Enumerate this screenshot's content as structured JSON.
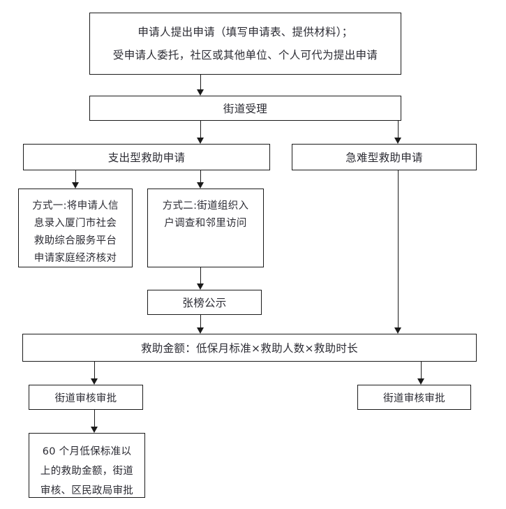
{
  "document": {
    "type": "flowchart",
    "title": "救助申请流程图",
    "orientation": "top-down",
    "background_color": "#ffffff",
    "border_color": "#1a1a1a",
    "text_color": "#2b2b33"
  },
  "nodes": {
    "apply": {
      "id": "apply",
      "lines": [
        "申请人提出申请（填写申请表、提供材料）；",
        "受申请人委托，社区或其他单位、个人可代为提出申请"
      ]
    },
    "accept": {
      "id": "accept",
      "lines": [
        "街道受理"
      ]
    },
    "expenditure_type": {
      "id": "expenditure-type",
      "lines": [
        "支出型救助申请"
      ]
    },
    "urgent_type": {
      "id": "urgent-type",
      "lines": [
        "急难型救助申请"
      ]
    },
    "method_one": {
      "id": "method-one",
      "lines": [
        "方式一:将申请人信",
        "息录入厦门市社会",
        "救助综合服务平台",
        "申请家庭经济核对"
      ]
    },
    "method_two": {
      "id": "method-two",
      "lines": [
        "方式二:街道组织入",
        "户调查和邻里访问"
      ]
    },
    "publicity": {
      "id": "publicity",
      "lines": [
        "张榜公示"
      ]
    },
    "amount": {
      "id": "amount",
      "lines": [
        "救助金额：低保月标准×救助人数×救助时长"
      ]
    },
    "review_left": {
      "id": "review-left",
      "lines": [
        "街道审核审批"
      ]
    },
    "review_right": {
      "id": "review-right",
      "lines": [
        "街道审核审批"
      ]
    },
    "final_approval": {
      "id": "final-approval",
      "lines": [
        "60 个月低保标准以",
        "上的救助金额，街道",
        "审核、区民政局审批"
      ]
    }
  },
  "edges": [
    {
      "from": "apply",
      "to": "accept"
    },
    {
      "from": "accept",
      "to": "expenditure_type"
    },
    {
      "from": "accept",
      "to": "urgent_type"
    },
    {
      "from": "expenditure_type",
      "to": "method_one"
    },
    {
      "from": "expenditure_type",
      "to": "method_two"
    },
    {
      "from": "method_two",
      "to": "publicity"
    },
    {
      "from": "publicity",
      "to": "amount"
    },
    {
      "from": "urgent_type",
      "to": "amount"
    },
    {
      "from": "amount",
      "to": "review_left"
    },
    {
      "from": "amount",
      "to": "review_right"
    },
    {
      "from": "review_left",
      "to": "final_approval"
    }
  ]
}
